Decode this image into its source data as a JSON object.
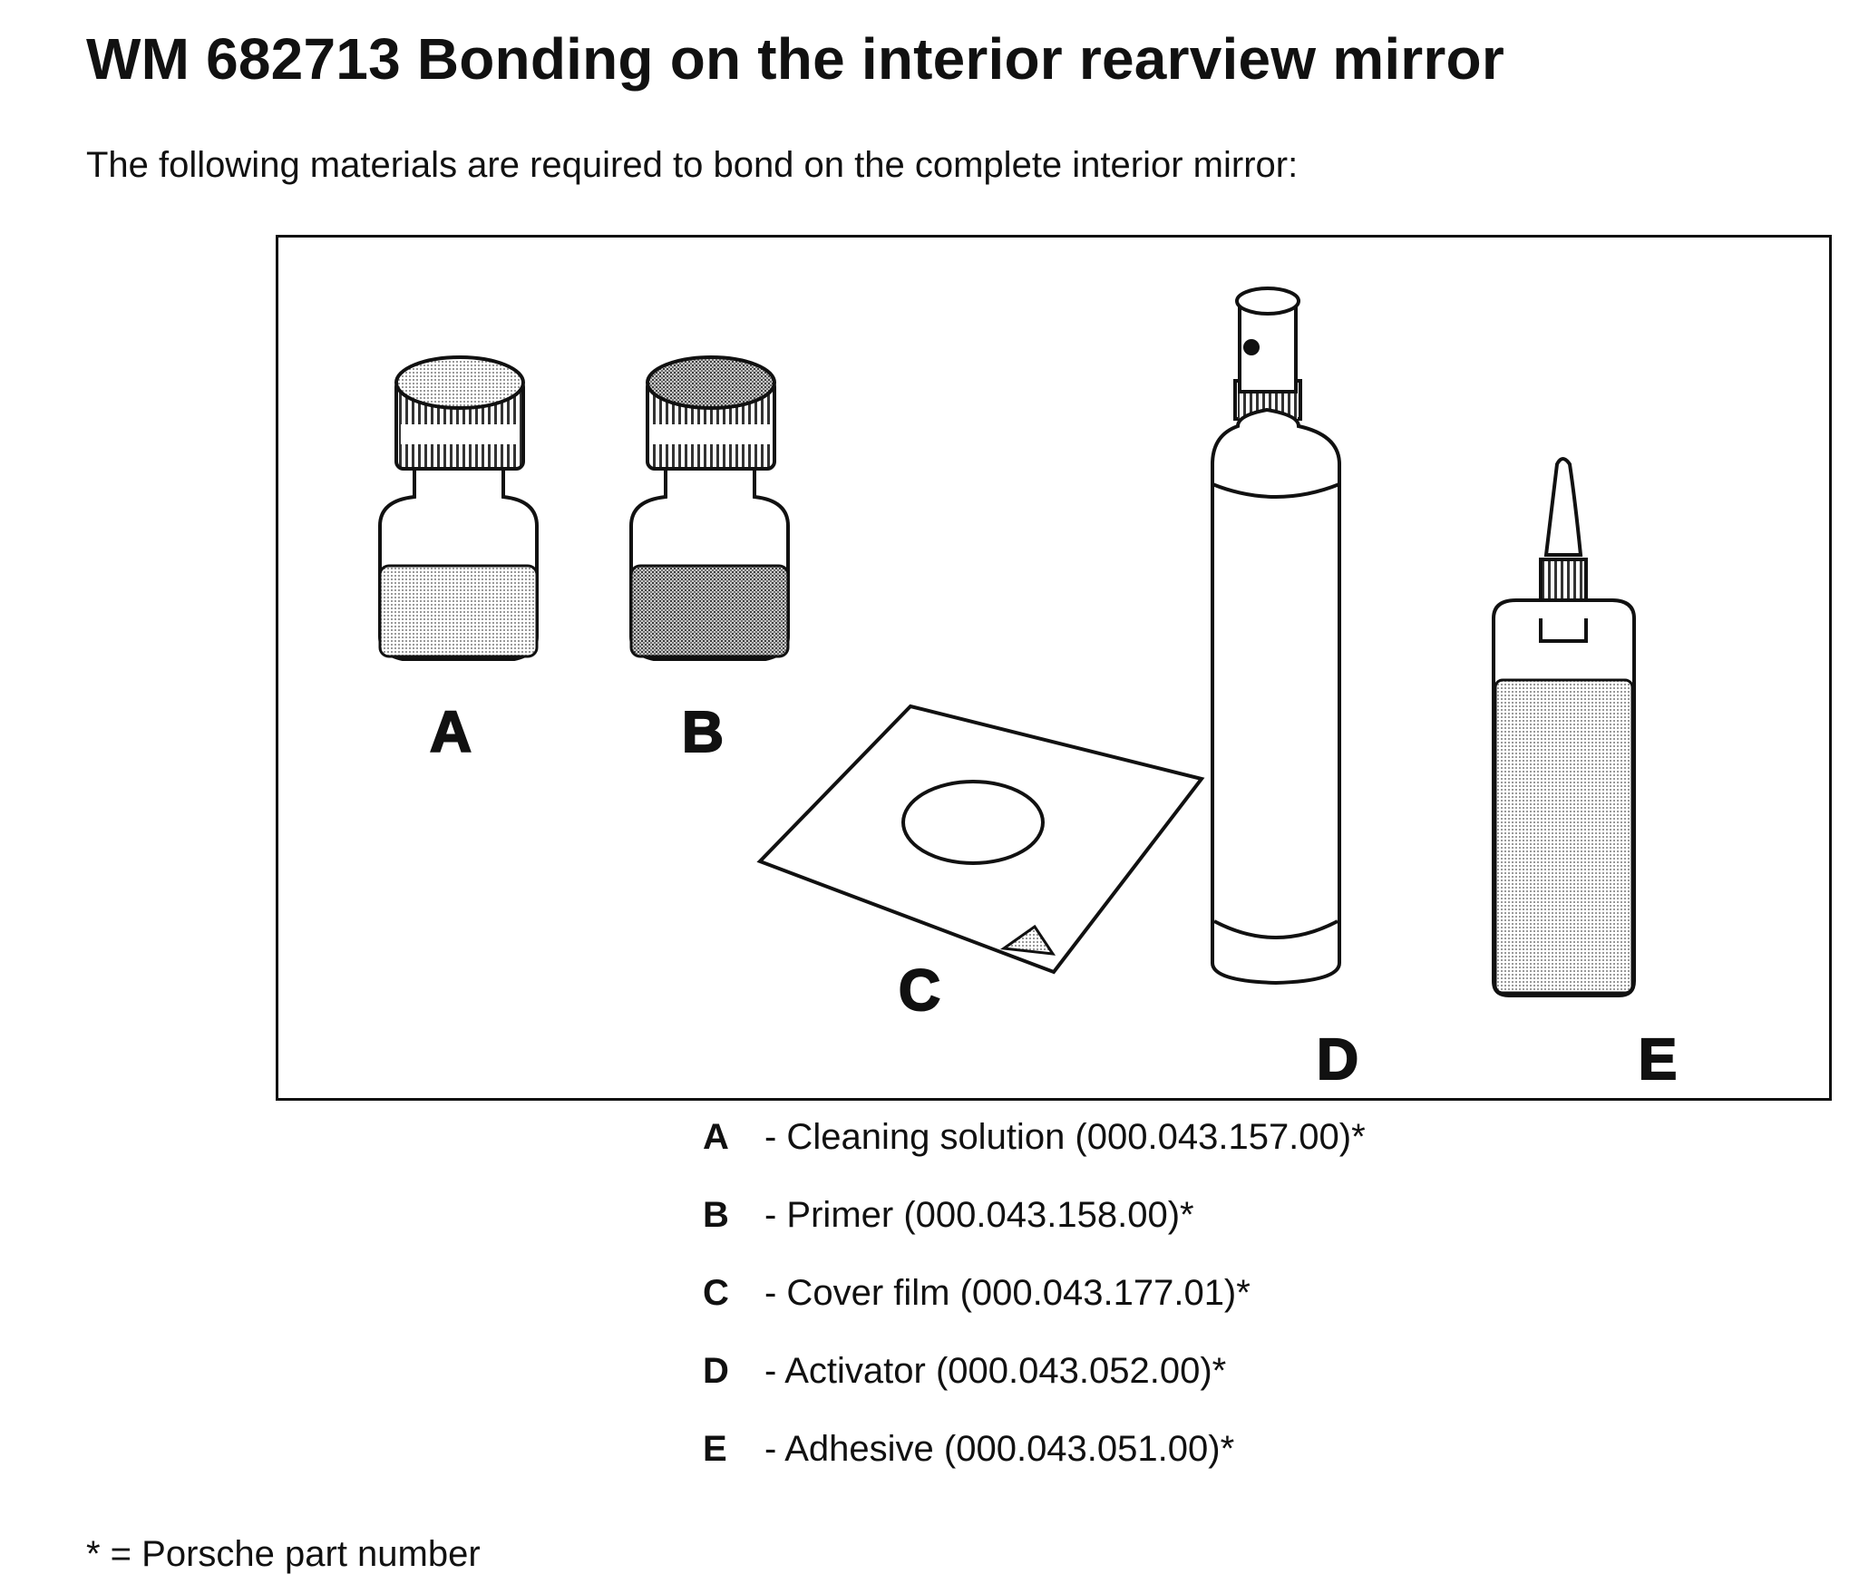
{
  "document": {
    "title": "WM 682713 Bonding on the interior rearview mirror",
    "intro": "The following materials are required to bond on the complete interior mirror:",
    "figure": {
      "labels": [
        "A",
        "B",
        "C",
        "D",
        "E"
      ]
    },
    "legend": [
      {
        "letter": "A",
        "desc": "- Cleaning solution (000.043.157.00)*"
      },
      {
        "letter": "B",
        "desc": "- Primer (000.043.158.00)*"
      },
      {
        "letter": "C",
        "desc": "- Cover film (000.043.177.01)*"
      },
      {
        "letter": "D",
        "desc": "- Activator (000.043.052.00)*"
      },
      {
        "letter": "E",
        "desc": "- Adhesive (000.043.051.00)*"
      }
    ],
    "footnote": "* = Porsche part number"
  }
}
